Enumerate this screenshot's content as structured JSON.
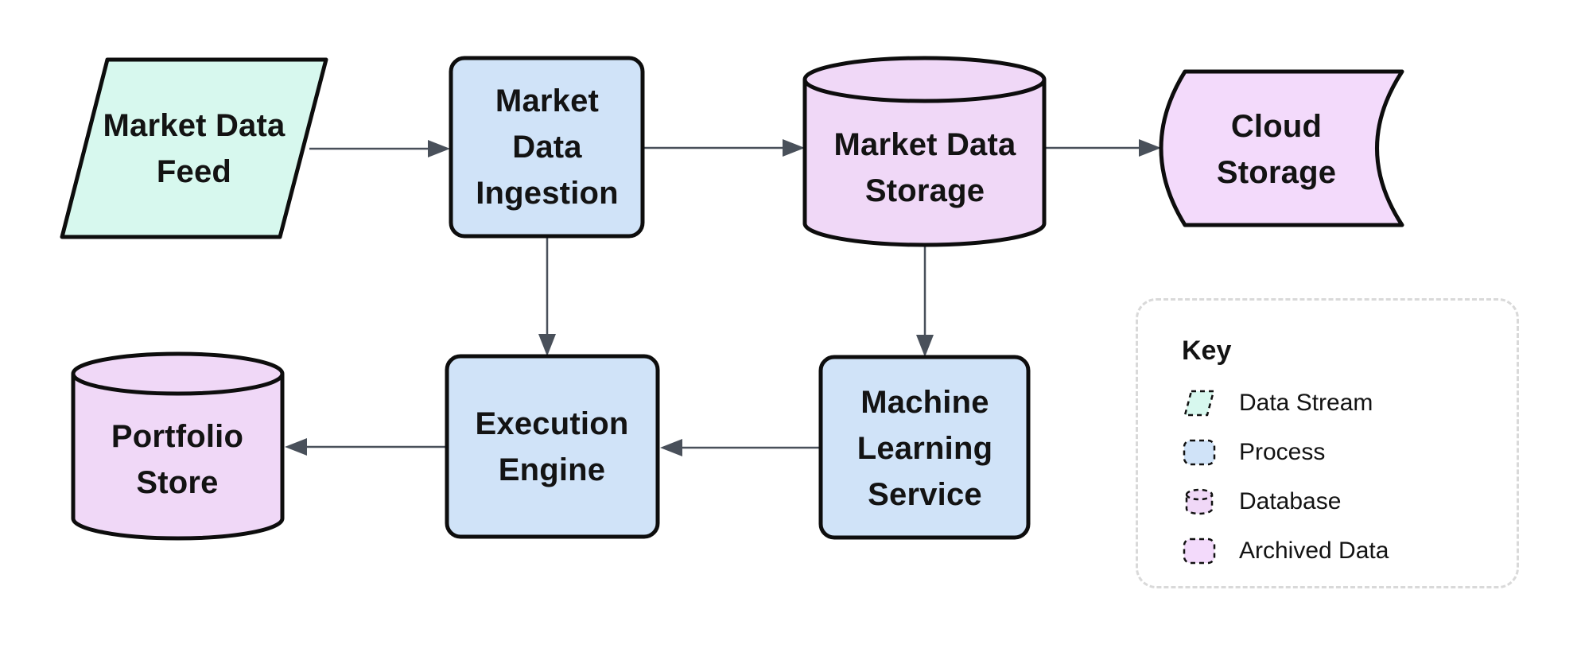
{
  "diagram_type": "flowchart",
  "colors": {
    "data_stream_fill": "#d7f8ee",
    "process_fill": "#d0e3f8",
    "database_fill": "#f0d8f7",
    "archived_data_fill": "#f3dafb",
    "shape_border": "#0d0d0d",
    "arrow": "#49505a",
    "legend_border": "#d9d9d9",
    "text": "#131313"
  },
  "nodes": {
    "feed": {
      "id": "market-data-feed",
      "label": "Market Data Feed",
      "shape": "parallelogram",
      "type": "Data Stream",
      "lines": [
        "Market Data",
        "Feed"
      ]
    },
    "ingestion": {
      "id": "market-data-ingestion",
      "label": "Market Data Ingestion",
      "shape": "rounded-rect",
      "type": "Process",
      "lines": [
        "Market",
        "Data",
        "Ingestion"
      ]
    },
    "storage": {
      "id": "market-data-storage",
      "label": "Market Data Storage",
      "shape": "cylinder",
      "type": "Database",
      "lines": [
        "Market Data",
        "Storage"
      ]
    },
    "cloud": {
      "id": "cloud-storage",
      "label": "Cloud Storage",
      "shape": "stored-data",
      "type": "Archived Data",
      "lines": [
        "Cloud",
        "Storage"
      ]
    },
    "execution": {
      "id": "execution-engine",
      "label": "Execution Engine",
      "shape": "rounded-rect",
      "type": "Process",
      "lines": [
        "Execution",
        "Engine"
      ]
    },
    "ml": {
      "id": "machine-learning-service",
      "label": "Machine Learning Service",
      "shape": "rounded-rect",
      "type": "Process",
      "lines": [
        "Machine",
        "Learning",
        "Service"
      ]
    },
    "portfolio": {
      "id": "portfolio-store",
      "label": "Portfolio Store",
      "shape": "cylinder",
      "type": "Database",
      "lines": [
        "Portfolio",
        "Store"
      ]
    }
  },
  "edges": [
    {
      "from": "market-data-feed",
      "to": "market-data-ingestion"
    },
    {
      "from": "market-data-ingestion",
      "to": "market-data-storage"
    },
    {
      "from": "market-data-storage",
      "to": "cloud-storage"
    },
    {
      "from": "market-data-ingestion",
      "to": "execution-engine"
    },
    {
      "from": "market-data-storage",
      "to": "machine-learning-service"
    },
    {
      "from": "machine-learning-service",
      "to": "execution-engine"
    },
    {
      "from": "execution-engine",
      "to": "portfolio-store"
    }
  ],
  "legend": {
    "title": "Key",
    "items": [
      {
        "label": "Data Stream",
        "swatch": "parallelogram"
      },
      {
        "label": "Process",
        "swatch": "rounded-rect"
      },
      {
        "label": "Database",
        "swatch": "cylinder"
      },
      {
        "label": "Archived Data",
        "swatch": "rounded-rect"
      }
    ]
  }
}
